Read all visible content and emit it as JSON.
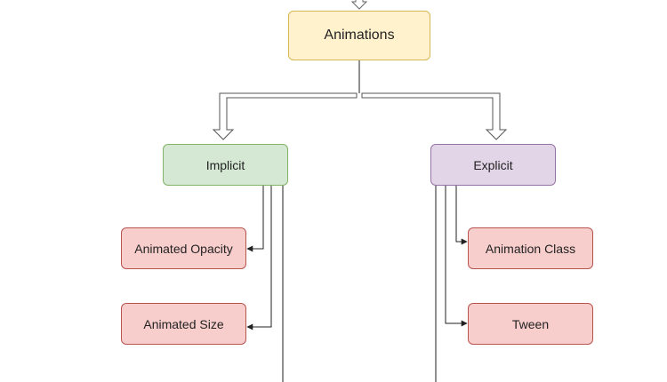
{
  "diagram": {
    "root": {
      "label": "Animations"
    },
    "implicit": {
      "label": "Implicit",
      "children": [
        "Animated Opacity",
        "Animated Size"
      ]
    },
    "explicit": {
      "label": "Explicit",
      "children": [
        "Animation Class",
        "Tween"
      ]
    }
  },
  "colors": {
    "root_fill": "#fff2cc",
    "root_stroke": "#d6b656",
    "implicit_fill": "#d5e8d4",
    "implicit_stroke": "#82b366",
    "explicit_fill": "#e1d5e7",
    "explicit_stroke": "#9673a6",
    "leaf_fill": "#f8cecc",
    "leaf_stroke": "#b85450",
    "connector": "#222222"
  }
}
